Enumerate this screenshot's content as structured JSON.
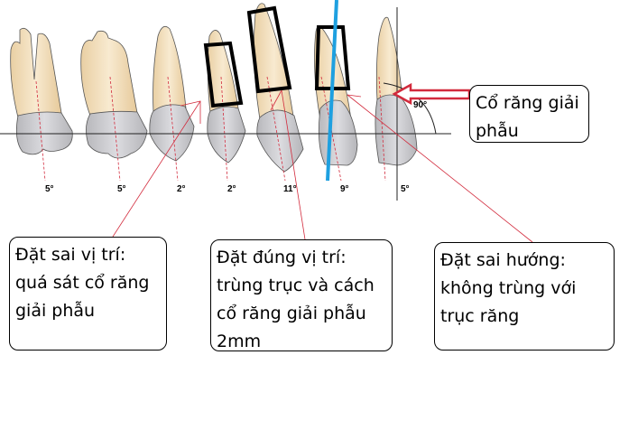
{
  "diagram": {
    "angles": [
      "5°",
      "5°",
      "2°",
      "2°",
      "11°",
      "9°",
      "5°"
    ],
    "right_angle_label": "90°",
    "colors": {
      "root": "#f1dcb6",
      "crown": "#c9c9cc",
      "axis_red": "#d22a3c",
      "blue_axis": "#1ea0e0",
      "frame": "#000000"
    }
  },
  "callouts": {
    "anatomic_neck": "Cổ răng giải phẫu",
    "wrong_position": "Đặt sai vị trí: quá sát cổ răng giải phẫu",
    "correct_position": "Đặt đúng vị trí: trùng trục và cách cổ răng giải phẫu 2mm",
    "wrong_direction": "Đặt sai hướng: không trùng với trục răng"
  }
}
